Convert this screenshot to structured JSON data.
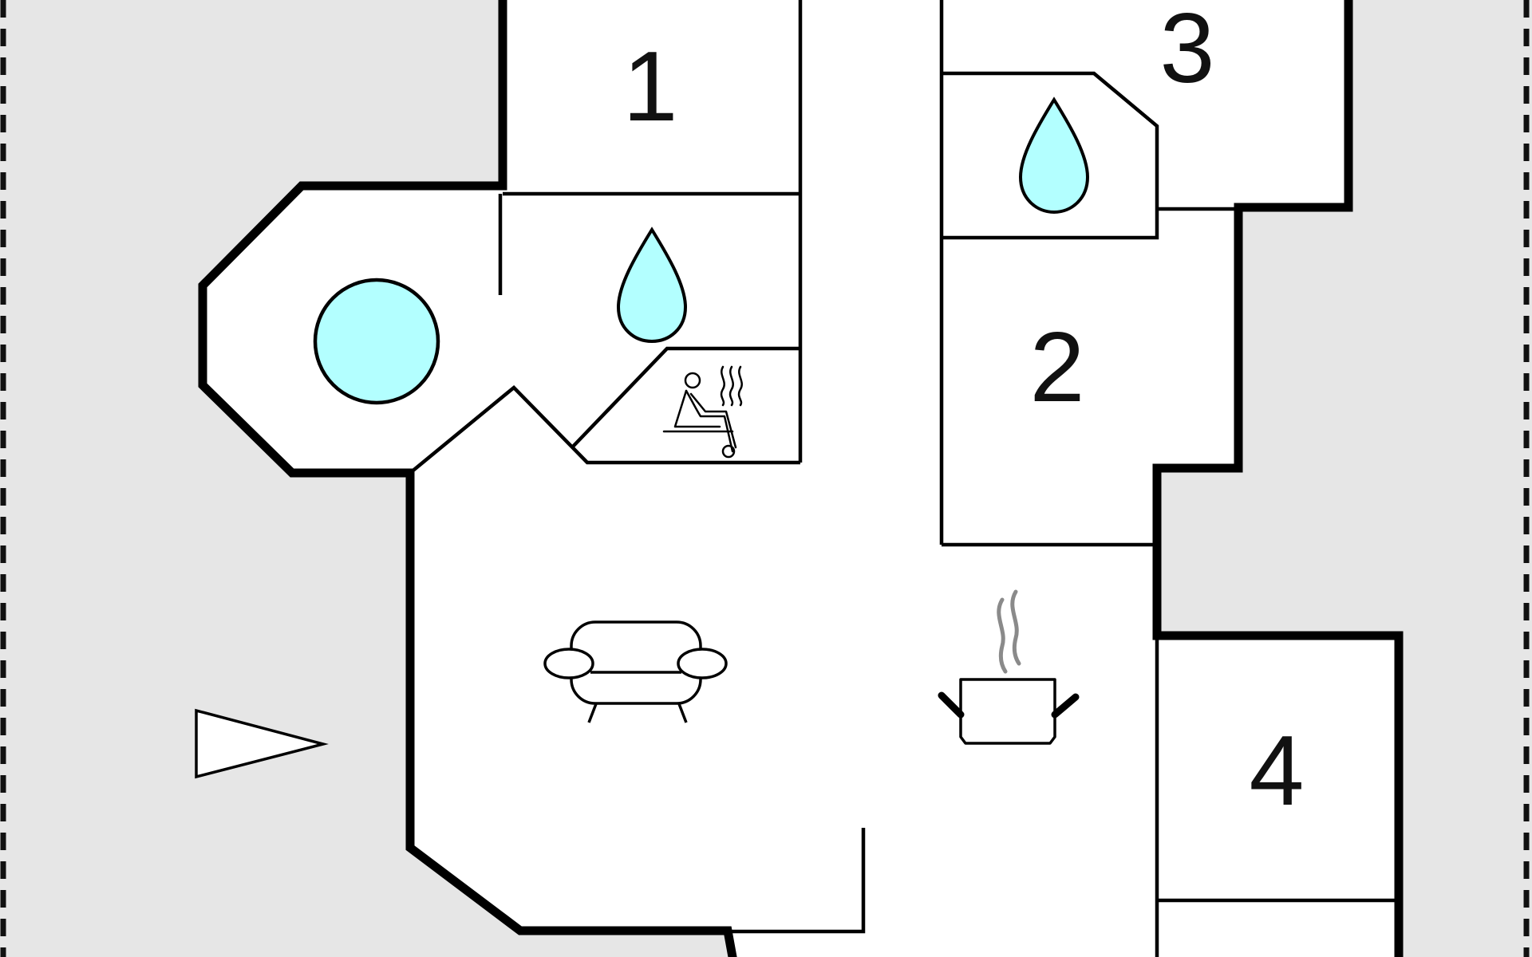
{
  "floorplan": {
    "rooms": [
      {
        "label": "1",
        "icon": "bedroom-icon"
      },
      {
        "label": "2",
        "icon": "bedroom-icon"
      },
      {
        "label": "3",
        "icon": "bedroom-icon"
      },
      {
        "label": "4",
        "icon": "bedroom-icon"
      }
    ],
    "features": [
      {
        "icon": "hot-tub-icon",
        "meaning": "whirlpool"
      },
      {
        "icon": "water-drop-icon",
        "meaning": "bathroom"
      },
      {
        "icon": "sauna-icon",
        "meaning": "sauna"
      },
      {
        "icon": "sofa-icon",
        "meaning": "living room"
      },
      {
        "icon": "cooking-pot-icon",
        "meaning": "kitchen"
      },
      {
        "icon": "entrance-arrow-icon",
        "meaning": "entrance"
      }
    ]
  },
  "colors": {
    "background": "#e6e6e6",
    "floor": "#ffffff",
    "wall": "#000000",
    "water_fill": "#b3ffff",
    "steam": "#8a8a8a"
  }
}
